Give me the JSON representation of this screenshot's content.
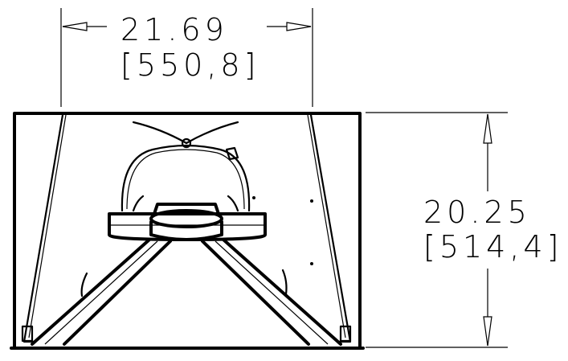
{
  "dimensions": {
    "width": {
      "primary": "21.69",
      "secondary": "[550,8]"
    },
    "height": {
      "primary": "20.25",
      "secondary": "[514,4]"
    }
  }
}
